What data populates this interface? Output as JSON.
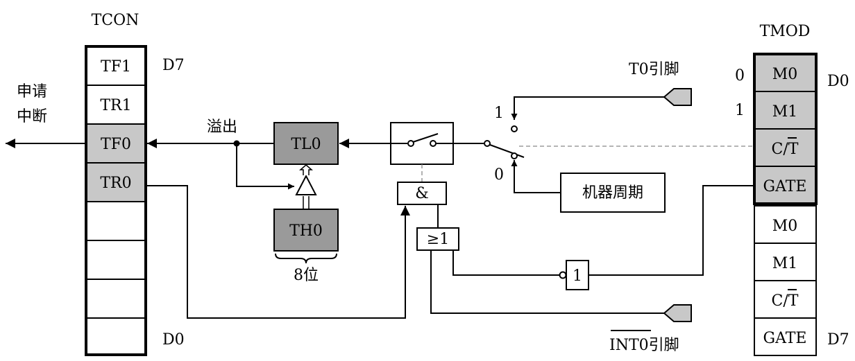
{
  "tcon": {
    "title": "TCON",
    "cells": [
      "TF1",
      "TR1",
      "TF0",
      "TR0",
      "",
      "",
      "",
      ""
    ],
    "msb_label": "D7",
    "lsb_label": "D0"
  },
  "tmod": {
    "title": "TMOD",
    "upper_cells": [
      "M0",
      "M1",
      "C/T",
      "GATE"
    ],
    "lower_cells": [
      "M0",
      "M1",
      "C/T",
      "GATE"
    ],
    "lsb_label": "D0",
    "msb_label": "D7",
    "m0_value": "0",
    "m1_value": "1"
  },
  "interrupt": {
    "line1": "申请",
    "line2": "中断"
  },
  "overflow_label": "溢出",
  "tl0_label": "TL0",
  "th0_label": "TH0",
  "width_label": "8位",
  "and_gate_label": "&",
  "or_gate_label": "≥1",
  "not_gate_label": "1",
  "t0_pin_label": "T0引脚",
  "int0_pin_label": "INT0引脚",
  "machine_cycle_label": "机器周期",
  "switch_pos_1": "1",
  "switch_pos_0": "0"
}
